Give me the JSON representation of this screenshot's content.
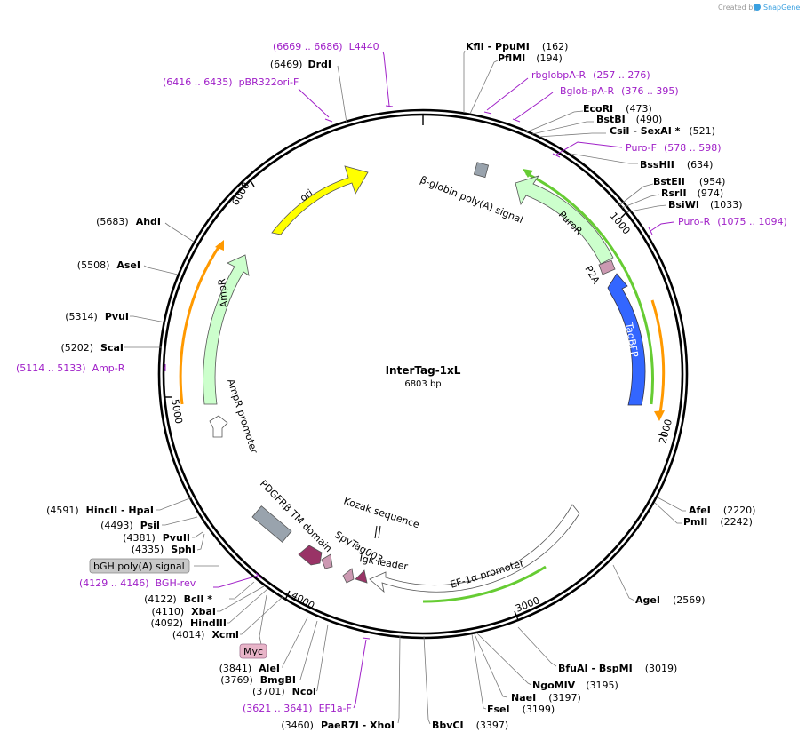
{
  "credit": {
    "text": "Created by",
    "brand": "SnapGene"
  },
  "plasmid": {
    "name": "InterTag-1xL",
    "size": "6803 bp"
  },
  "ticks": [
    "1000",
    "2000",
    "3000",
    "4000",
    "5000",
    "6000"
  ],
  "features": [
    {
      "label": "ori",
      "color": "#ffff00"
    },
    {
      "label": "β-globin poly(A) signal",
      "color": "#99a3ad"
    },
    {
      "label": "PuroR",
      "color": "#ccffcc"
    },
    {
      "label": "P2A",
      "color": "#cc99b2"
    },
    {
      "label": "TagBFP",
      "color": "#3366ff"
    },
    {
      "label": "EF-1α promoter",
      "color": "#ffffff"
    },
    {
      "label": "Kozak sequence",
      "color": "#000000"
    },
    {
      "label": "SpyTag003",
      "color": "#cc99b2"
    },
    {
      "label": "Igκ leader",
      "color": "#993366"
    },
    {
      "label": "PDGFRβ TM domain",
      "color": "#99a3ad"
    },
    {
      "label": "AmpR",
      "color": "#ccffcc"
    },
    {
      "label": "AmpR promoter",
      "color": "#ffffff"
    }
  ],
  "sites_right": [
    {
      "name": "KflI",
      "suffix": " - PpuMI",
      "pos": "(162)"
    },
    {
      "name": "PflMI",
      "suffix": "",
      "pos": "(194)"
    },
    {
      "name": "EcoRI",
      "suffix": "",
      "pos": "(473)"
    },
    {
      "name": "BstBI",
      "suffix": "",
      "pos": "(490)"
    },
    {
      "name": "CsiI",
      "suffix": " - SexAI *",
      "pos": "(521)"
    },
    {
      "name": "BssHII",
      "suffix": "",
      "pos": "(634)"
    },
    {
      "name": "BstEII",
      "suffix": "",
      "pos": "(954)"
    },
    {
      "name": "RsrII",
      "suffix": "",
      "pos": "(974)"
    },
    {
      "name": "BsiWI",
      "suffix": "",
      "pos": "(1033)"
    },
    {
      "name": "AfeI",
      "suffix": "",
      "pos": "(2220)"
    },
    {
      "name": "PmlI",
      "suffix": "",
      "pos": "(2242)"
    },
    {
      "name": "AgeI",
      "suffix": "",
      "pos": "(2569)"
    },
    {
      "name": "BfuAI",
      "suffix": " - BspMI",
      "pos": "(3019)"
    },
    {
      "name": "NgoMIV",
      "suffix": "",
      "pos": "(3195)"
    },
    {
      "name": "NaeI",
      "suffix": "",
      "pos": "(3197)"
    },
    {
      "name": "FseI",
      "suffix": "",
      "pos": "(3199)"
    },
    {
      "name": "BbvCI",
      "suffix": "",
      "pos": "(3397)"
    }
  ],
  "sites_left": [
    {
      "pos": "(6469)",
      "name": "DrdI",
      "suffix": ""
    },
    {
      "pos": "(5683)",
      "name": "AhdI",
      "suffix": ""
    },
    {
      "pos": "(5508)",
      "name": "AseI",
      "suffix": ""
    },
    {
      "pos": "(5314)",
      "name": "PvuI",
      "suffix": ""
    },
    {
      "pos": "(5202)",
      "name": "ScaI",
      "suffix": ""
    },
    {
      "pos": "(4591)",
      "name": "HincII",
      "suffix": " - HpaI"
    },
    {
      "pos": "(4493)",
      "name": "PsiI",
      "suffix": ""
    },
    {
      "pos": "(4381)",
      "name": "PvuII",
      "suffix": ""
    },
    {
      "pos": "(4335)",
      "name": "SphI",
      "suffix": ""
    },
    {
      "pos": "(4122)",
      "name": "BclI *",
      "suffix": ""
    },
    {
      "pos": "(4110)",
      "name": "XbaI",
      "suffix": ""
    },
    {
      "pos": "(4092)",
      "name": "HindIII",
      "suffix": ""
    },
    {
      "pos": "(4014)",
      "name": "XcmI",
      "suffix": ""
    },
    {
      "pos": "(3841)",
      "name": "AleI",
      "suffix": ""
    },
    {
      "pos": "(3769)",
      "name": "BmgBI",
      "suffix": ""
    },
    {
      "pos": "(3701)",
      "name": "NcoI",
      "suffix": ""
    },
    {
      "pos": "(3460)",
      "name": "PaeR7I",
      "suffix": " - XhoI"
    }
  ],
  "primers": [
    {
      "pos": "(6669 .. 6686)",
      "name": "L4440"
    },
    {
      "pos": "(6416 .. 6435)",
      "name": "pBR322ori-F"
    },
    {
      "pos": "(257 .. 276)",
      "name": "rbglobpA-R"
    },
    {
      "pos": "(376 .. 395)",
      "name": "Bglob-pA-R"
    },
    {
      "pos": "(578 .. 598)",
      "name": "Puro-F"
    },
    {
      "pos": "(1075 .. 1094)",
      "name": "Puro-R"
    },
    {
      "pos": "(5114 .. 5133)",
      "name": "Amp-R"
    },
    {
      "pos": "(4129 .. 4146)",
      "name": "BGH-rev"
    },
    {
      "pos": "(3621 .. 3641)",
      "name": "EF1a-F"
    }
  ],
  "boxed_labels": [
    {
      "text": "bGH poly(A) signal",
      "color": "#c8c8c8"
    },
    {
      "text": "Myc",
      "color": "#e8b4c8"
    }
  ]
}
